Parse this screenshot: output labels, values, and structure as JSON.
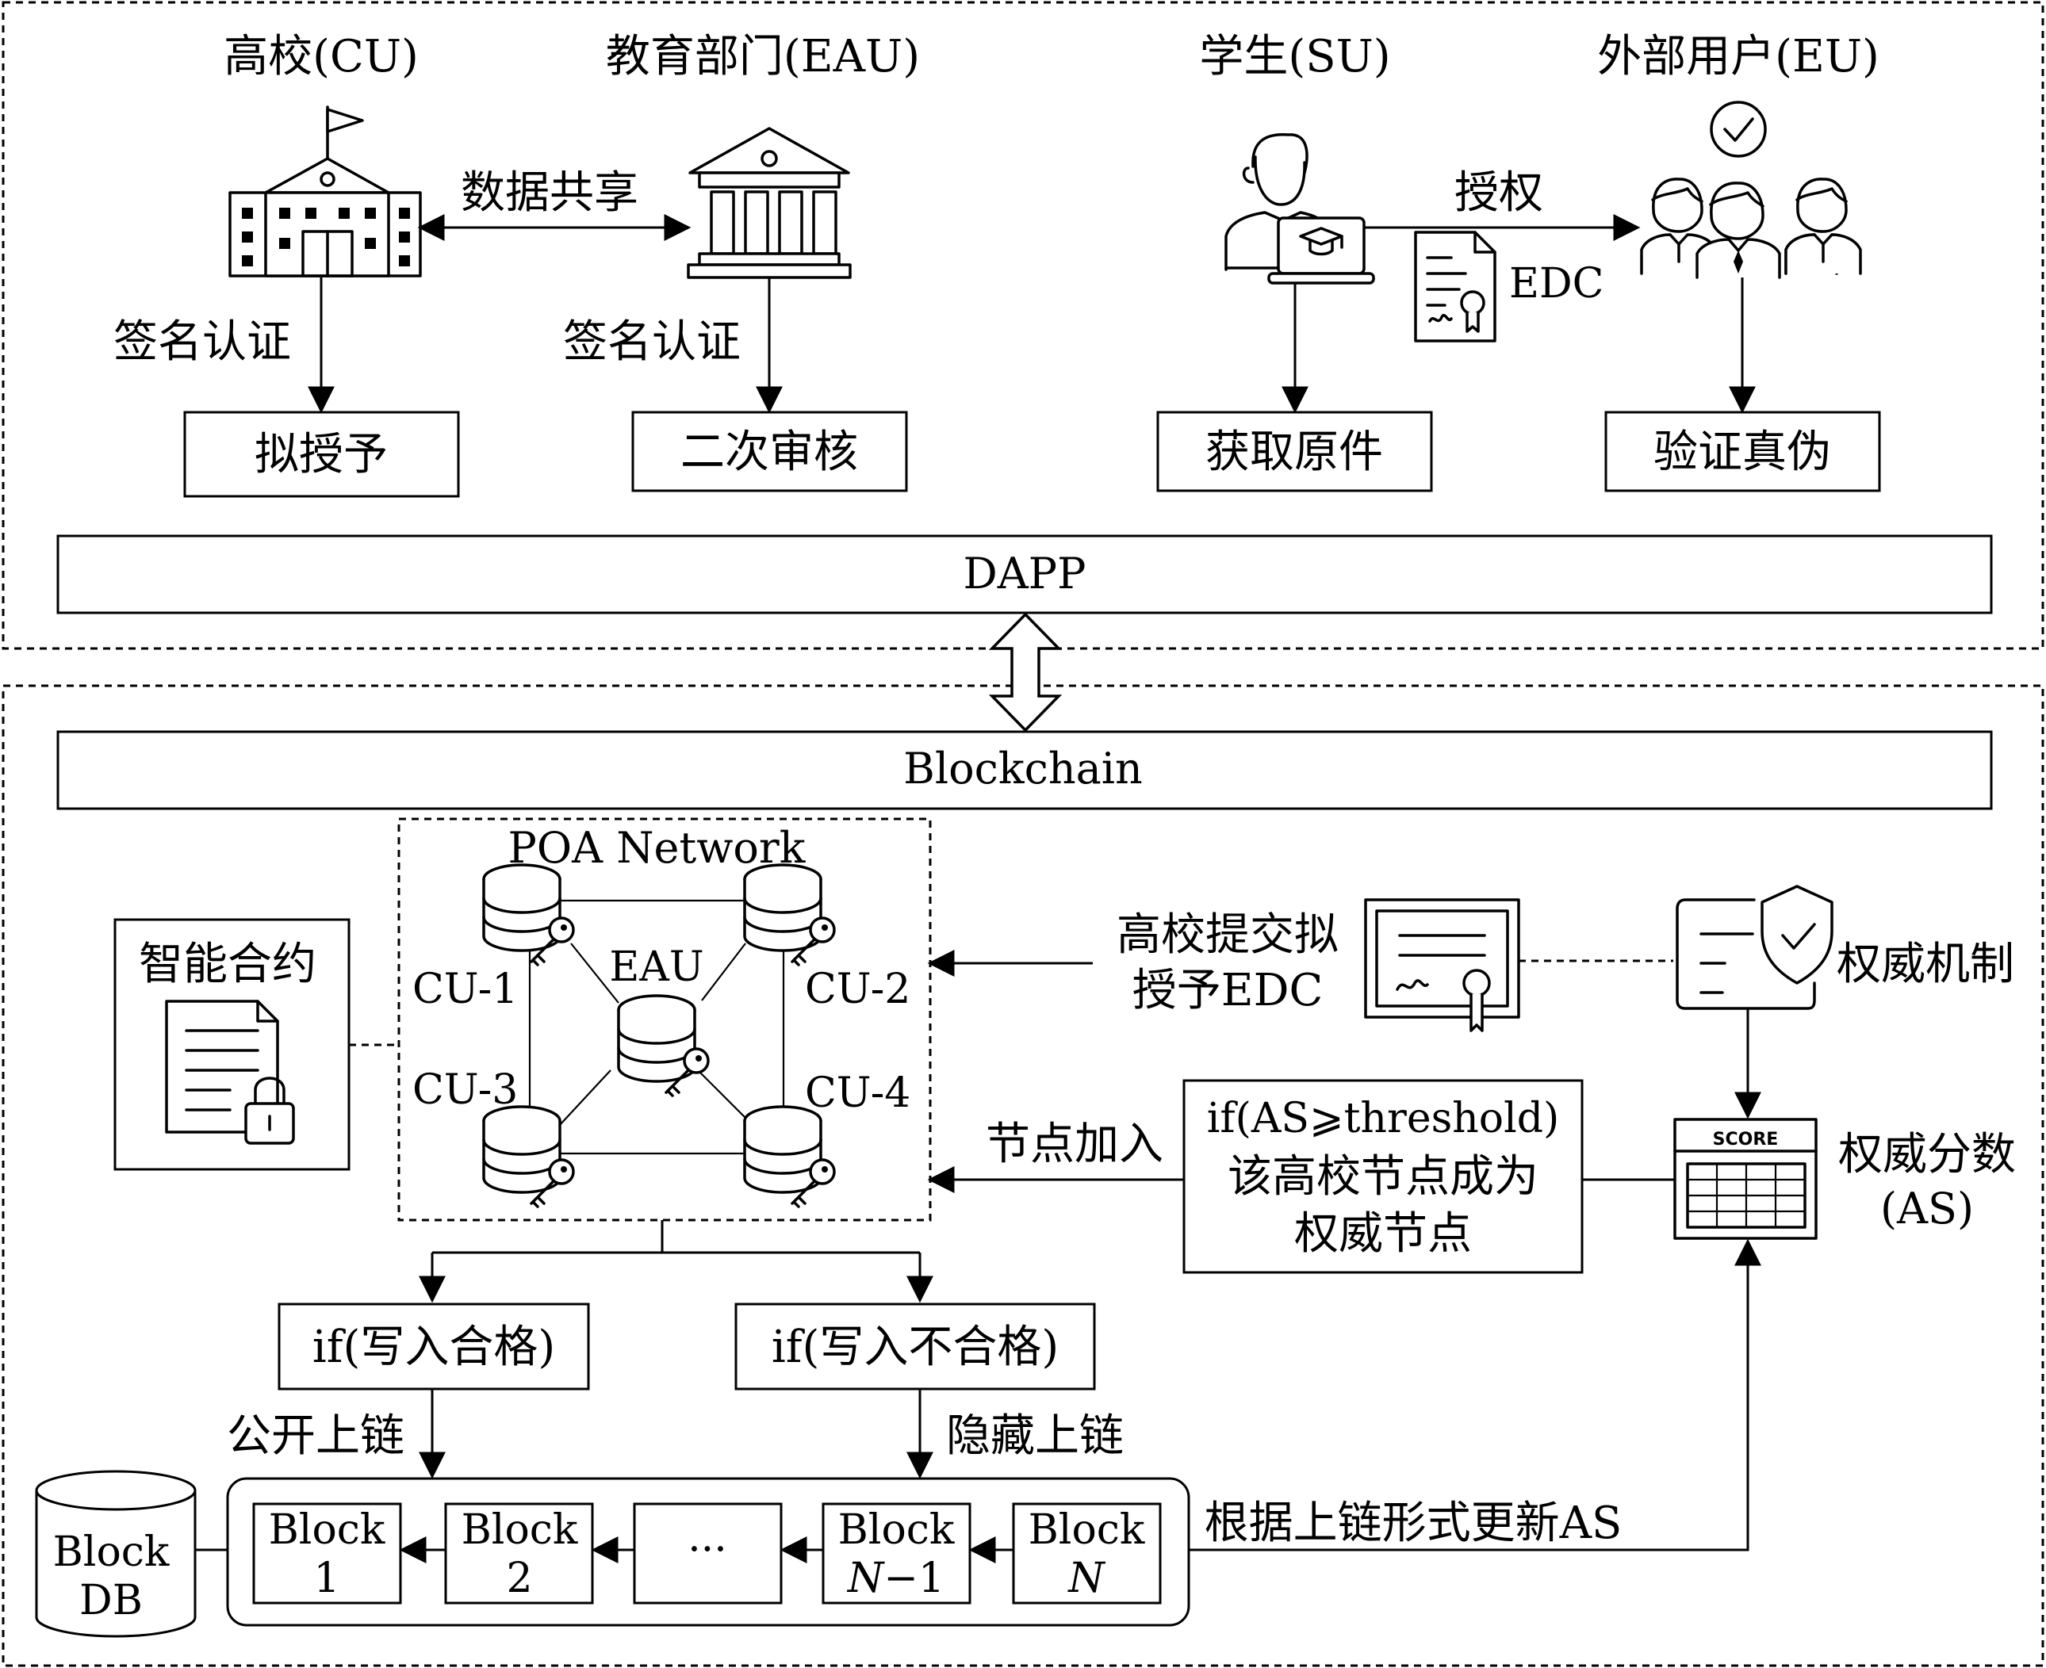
{
  "roles": {
    "cu": "高校(CU)",
    "eau": "教育部门(EAU)",
    "su": "学生(SU)",
    "eu": "外部用户(EU)"
  },
  "links": {
    "data_share": "数据共享",
    "authorize": "授权",
    "edc": "EDC",
    "sign_cu": "签名认证",
    "sign_eau": "签名认证"
  },
  "actions": {
    "propose": "拟授予",
    "review": "二次审核",
    "obtain": "获取原件",
    "verify": "验证真伪"
  },
  "bars": {
    "dapp": "DAPP",
    "blockchain": "Blockchain"
  },
  "network": {
    "title": "POA Network",
    "center": "EAU",
    "cu1": "CU-1",
    "cu2": "CU-2",
    "cu3": "CU-3",
    "cu4": "CU-4"
  },
  "contract": {
    "label": "智能合约"
  },
  "submit": {
    "line1": "高校提交拟",
    "line2": "授予EDC"
  },
  "authority": {
    "mechanism": "权威机制",
    "score_line1": "权威分数",
    "score_line2": "(AS)",
    "score_badge": "SCORE"
  },
  "join": {
    "label": "节点加入",
    "line1": "if(AS⩾threshold)",
    "line2": "该高校节点成为",
    "line3": "权威节点"
  },
  "write": {
    "ok": "if(写入合格)",
    "bad": "if(写入不合格)",
    "public": "公开上链",
    "hidden": "隐藏上链"
  },
  "chain": {
    "update": "根据上链形式更新AS",
    "db1": "Block",
    "db2": "DB",
    "block_word": "Block",
    "b1": "1",
    "b2": "2",
    "ellipsis": "···",
    "bn1_n": "N",
    "bn1_rest": "−1",
    "bn": "N"
  }
}
